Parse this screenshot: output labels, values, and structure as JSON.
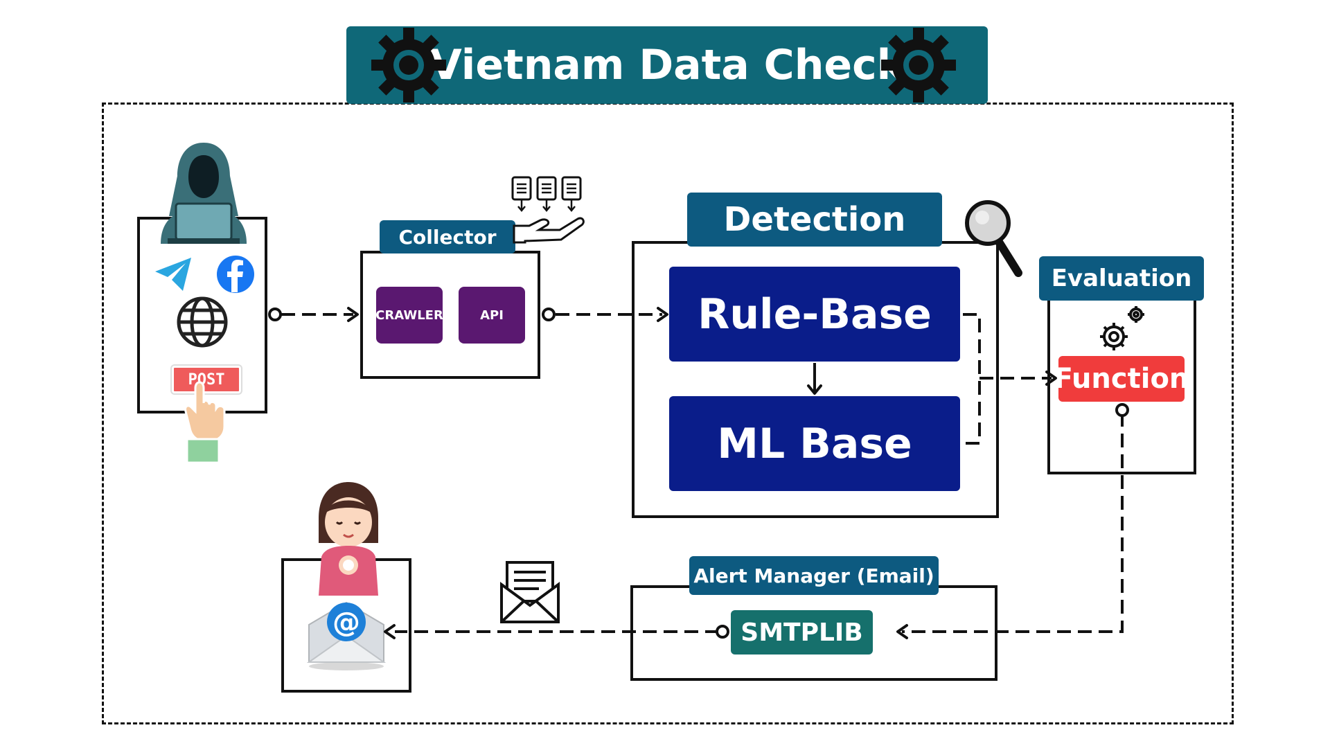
{
  "title": "Vietnam Data Check",
  "source": {
    "post_label": "POST"
  },
  "collector": {
    "label": "Collector",
    "crawler_label": "CRAWLER",
    "api_label": "API"
  },
  "detection": {
    "label": "Detection",
    "rule_base_label": "Rule-Base",
    "ml_base_label": "ML Base"
  },
  "evaluation": {
    "label": "Evaluation",
    "function_label": "Function"
  },
  "alert": {
    "label": "Alert Manager (Email)",
    "smtplib_label": "SMTPLIB"
  },
  "colors": {
    "title_bg": "#0f6878",
    "tab_bg": "#0d5a80",
    "chip_bg": "#5a1870",
    "navy": "#0a1d8a",
    "function_red": "#f03c3c",
    "smtplib_teal": "#16706c"
  }
}
